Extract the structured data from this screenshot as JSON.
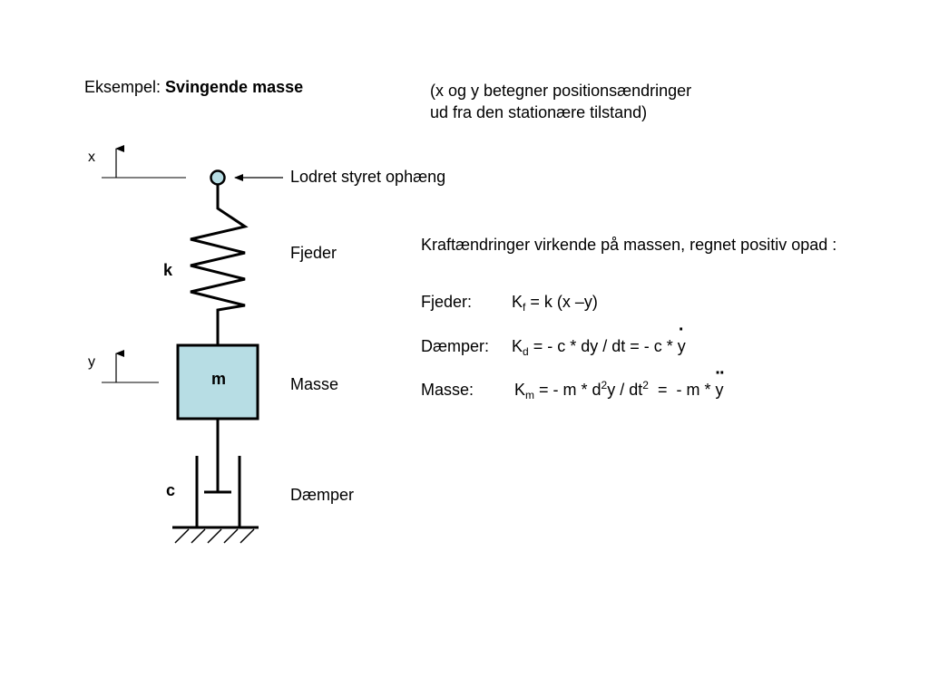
{
  "title": {
    "prefix": "Eksempel: ",
    "bold": "Svingende masse"
  },
  "note": {
    "line1": "(x og y betegner positionsændringer",
    "line2": "ud fra den stationære tilstand)"
  },
  "diagram": {
    "x_label": "x",
    "y_label": "y",
    "spring_symbol": "k",
    "mass_symbol": "m",
    "damper_symbol": "c",
    "colors": {
      "mass_fill": "#b7dde4",
      "suspension_fill": "#b7dde4",
      "stroke": "#000000"
    }
  },
  "labels": {
    "suspension": "Lodret styret ophæng",
    "spring": "Fjeder",
    "mass": "Masse",
    "damper": "Dæmper"
  },
  "forces": {
    "heading": "Kraftændringer virkende på massen, regnet positiv opad :",
    "spring": {
      "name": "Fjeder:",
      "K": "K",
      "sub": "f",
      "expr": " = k (x –y)"
    },
    "damper": {
      "name": "Dæmper:",
      "K": "K",
      "sub": "d",
      "expr": " = - c * dy / dt = - c * ",
      "var": "y",
      "dot": "·"
    },
    "mass": {
      "name": "Masse:",
      "K": "K",
      "sub": "m",
      "expr_a": " = - m * d",
      "sup_a": "2",
      "expr_b": "y / dt",
      "sup_b": "2",
      "expr_c": "  =  - m * ",
      "var": "y",
      "dot": "··"
    }
  }
}
